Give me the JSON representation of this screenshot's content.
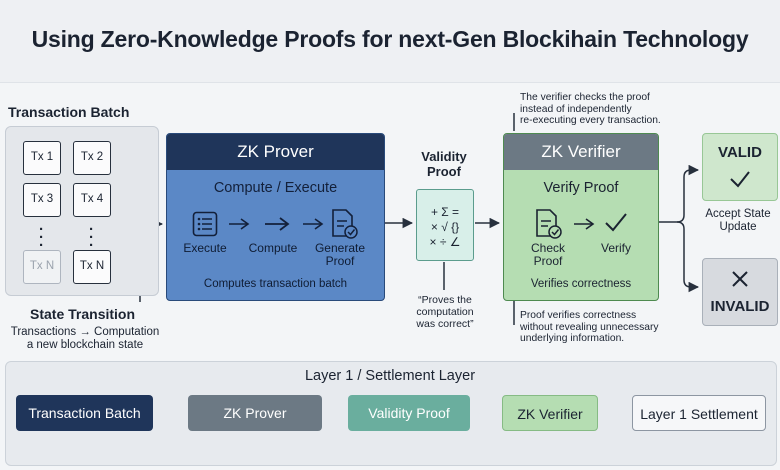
{
  "title": "Using Zero-Knowledge Proofs for next-Gen Blockihain Technology",
  "batch": {
    "label": "Transaction Batch",
    "txs": [
      "Tx 1",
      "Tx 2",
      "Tx 3",
      "Tx 4",
      "Tx N",
      "Tx N"
    ],
    "state_title": "State Transition",
    "state_line1": "Transactions → Computation",
    "state_line2": "a new blockchain state"
  },
  "prover": {
    "title": "ZK Prover",
    "subtitle": "Compute / Execute",
    "step1": "Execute",
    "step2": "Compute",
    "step3_line1": "Generate",
    "step3_line2": "Proof",
    "footer": "Computes transaction batch"
  },
  "validity": {
    "label_line1": "Validity",
    "label_line2": "Proof",
    "symbols": [
      "+ Σ =",
      "× √ {}",
      "× ÷ ∠"
    ],
    "note_line1": "“Proves the",
    "note_line2": "computation",
    "note_line3": "was correct”"
  },
  "verifier": {
    "top_note_line1": "The verifier checks the proof",
    "top_note_line2": "instead of independently",
    "top_note_line3": "re-executing every transaction.",
    "title": "ZK Verifier",
    "subtitle": "Verify Proof",
    "step1_line1": "Check",
    "step1_line2": "Proof",
    "step2": "Verify",
    "footer": "Verifies correctness",
    "bottom_note_line1": "Proof verifies correctness",
    "bottom_note_line2": "without revealing unnecessary",
    "bottom_note_line3": "underlying information."
  },
  "outcome": {
    "valid": "VALID",
    "accept_line1": "Accept State",
    "accept_line2": "Update",
    "invalid": "INVALID"
  },
  "layer": {
    "title": "Layer 1 / Settlement Layer",
    "flow": [
      "Transaction Batch",
      "ZK Prover",
      "Validity Proof",
      "ZK Verifier",
      "Layer 1 Settlement"
    ]
  },
  "colors": {
    "prover_head": "#1f355a",
    "prover_body": "#5b88c6",
    "verifier_head": "#6c7984",
    "verifier_body": "#b5ddb2",
    "validity_proof": "#d8efe9",
    "valid": "#cfe7cd",
    "invalid": "#d7dadf"
  }
}
